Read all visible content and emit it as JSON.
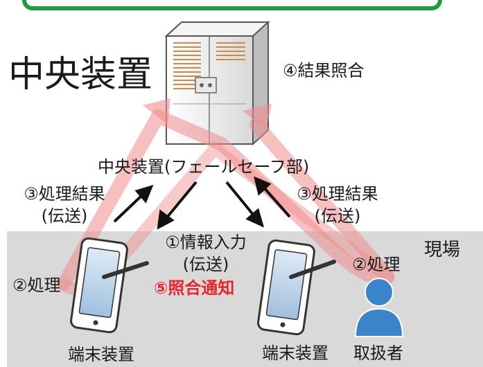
{
  "central_label": "中央装置",
  "result_match": "④結果照合",
  "failsafe_label": "中央装置(フェールセーフ部)",
  "left_result": {
    "line1": "③処理結果",
    "line2": "(伝送)"
  },
  "right_result": {
    "line1": "③処理結果",
    "line2": "(伝送)"
  },
  "info_input": {
    "line1": "①情報入力",
    "line2": "(伝送)"
  },
  "match_notice": "⑤照合通知",
  "process_left": "②処理",
  "process_right": "②処理",
  "site_label": "現場",
  "terminal_left": "端末装置",
  "terminal_right": "端末装置",
  "operator": "取扱者",
  "colors": {
    "banner": "#1c9d3a",
    "site_area": "#d9d9d9",
    "flow_arrow": "#f08c8c",
    "notice_text": "#e8262a",
    "operator": "#3a84c9"
  }
}
